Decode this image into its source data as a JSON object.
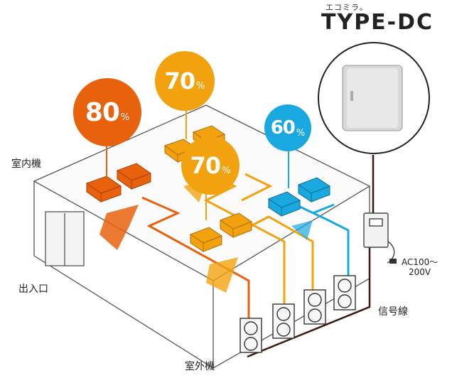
{
  "brand": {
    "sub": "エコミラ。",
    "title": "TYPE-DC"
  },
  "labels": {
    "indoor_unit": "室内機",
    "entrance": "出入口",
    "outdoor_unit": "室外機",
    "signal_line": "信号線",
    "power_line1": "AC100～",
    "power_line2": "200V"
  },
  "badges": [
    {
      "value": "80",
      "unit": "%",
      "color": "#e8620d"
    },
    {
      "value": "70",
      "unit": "%",
      "color": "#f2a20e"
    },
    {
      "value": "70",
      "unit": "%",
      "color": "#f2a20e"
    },
    {
      "value": "60",
      "unit": "%",
      "color": "#1aa8e0"
    }
  ],
  "colors": {
    "orange_red": "#e8620d",
    "orange": "#f2a20e",
    "blue": "#1aa8e0",
    "line_dark": "#3a1a10"
  }
}
